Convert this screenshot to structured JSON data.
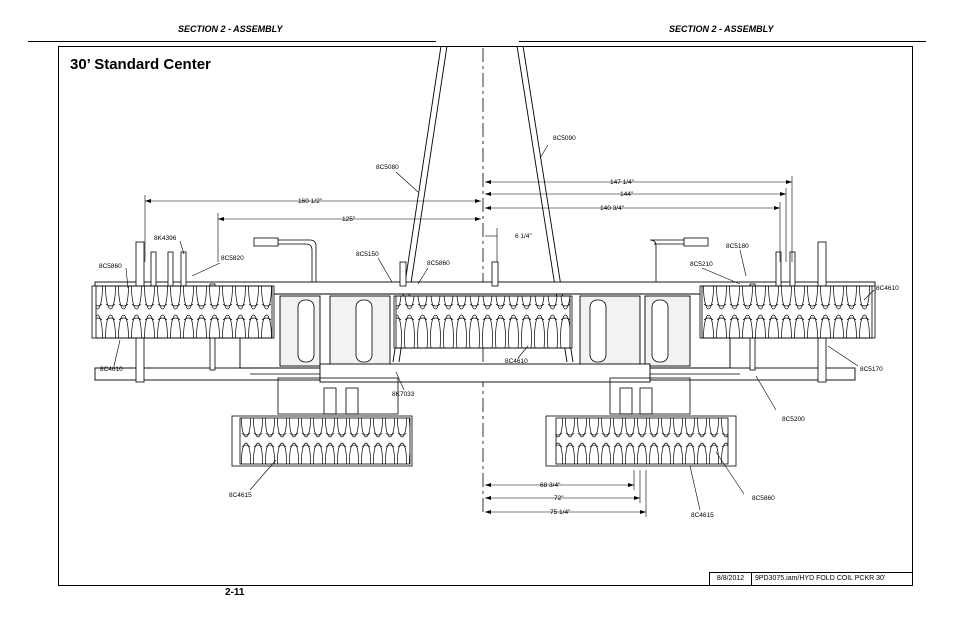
{
  "header": {
    "left": "SECTION 2 - ASSEMBLY",
    "right": "SECTION 2 - ASSEMBLY"
  },
  "title": "30’ Standard Center",
  "page_number": "2-11",
  "title_block": {
    "date": "8/8/2012",
    "file": "9PD3075.iam/HYD FOLD COIL PCKR 30'"
  },
  "dimensions": {
    "d147": "147 1/4\"",
    "d144": "144\"",
    "d140": "140 3/4\"",
    "d160": "160 1/2\"",
    "d125": "125\"",
    "d6": "6 1/4\"",
    "d68": "68 3/4\"",
    "d72": "72\"",
    "d75": "75 1/4\""
  },
  "parts": {
    "p_8C5090": "8C5090",
    "p_8C5080": "8C5080",
    "p_8K4396": "8K4396",
    "p_8C5820": "8C5820",
    "p_8C5860_left": "8C5860",
    "p_8C5150": "8C5150",
    "p_8C5860_center": "8C5860",
    "p_8C5180": "8C5180",
    "p_8C5210": "8C5210",
    "p_8C4610_right": "8C4610",
    "p_8C4610_left": "8C4610",
    "p_8C4610_center": "8C4610",
    "p_8K7033": "8K7033",
    "p_8C5170": "8C5170",
    "p_8C5200": "8C5200",
    "p_8C4615_left": "8C4615",
    "p_8C5860_bottom": "8C5860",
    "p_8C4615_right": "8C4615"
  }
}
